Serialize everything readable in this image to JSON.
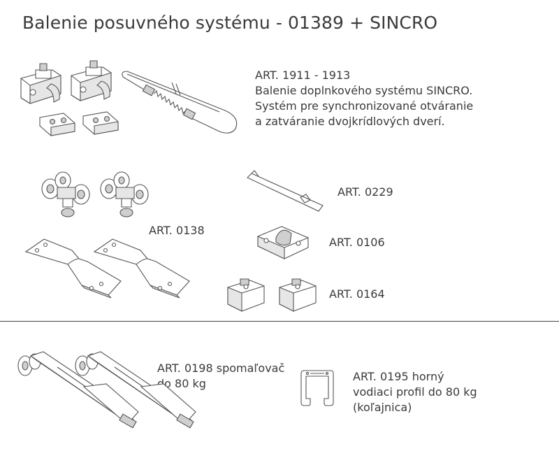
{
  "page": {
    "title": "Balenie posuvného systému - 01389 + SINCRO"
  },
  "items": [
    {
      "id": "art-1911",
      "lines": [
        "ART. 1911 - 1913",
        "Balenie doplnkového systému SINCRO.",
        "Systém pre synchronizované otváranie",
        "a zatváranie dvojkrídlových dverí."
      ]
    },
    {
      "id": "art-0229",
      "lines": [
        "ART. 0229"
      ]
    },
    {
      "id": "art-0138",
      "lines": [
        "ART. 0138"
      ]
    },
    {
      "id": "art-0106",
      "lines": [
        "ART. 0106"
      ]
    },
    {
      "id": "art-0164",
      "lines": [
        "ART. 0164"
      ]
    },
    {
      "id": "art-0198",
      "lines": [
        "ART. 0198 spomaľovač",
        "do 80 kg"
      ]
    },
    {
      "id": "art-0195",
      "lines": [
        "ART. 0195 horný",
        "vodiaci profil do 80 kg",
        "(koľajnica)"
      ]
    }
  ]
}
